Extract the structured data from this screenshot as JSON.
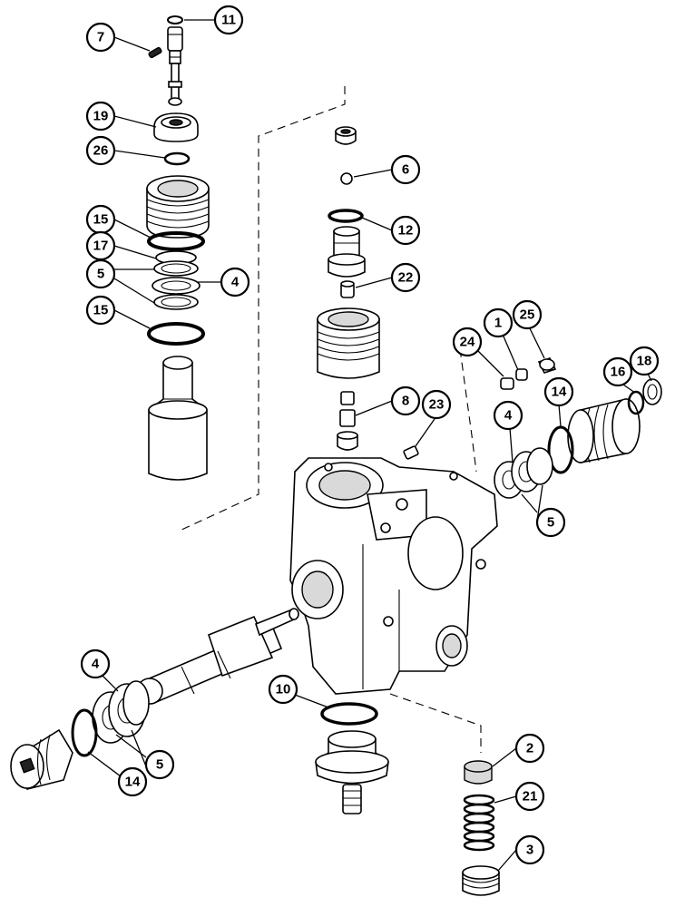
{
  "callouts": [
    {
      "id": "c11",
      "label": "11"
    },
    {
      "id": "c7",
      "label": "7"
    },
    {
      "id": "c19",
      "label": "19"
    },
    {
      "id": "c26",
      "label": "26"
    },
    {
      "id": "c15a",
      "label": "15"
    },
    {
      "id": "c17",
      "label": "17"
    },
    {
      "id": "c5a",
      "label": "5"
    },
    {
      "id": "c4a",
      "label": "4"
    },
    {
      "id": "c15b",
      "label": "15"
    },
    {
      "id": "c6",
      "label": "6"
    },
    {
      "id": "c12",
      "label": "12"
    },
    {
      "id": "c22",
      "label": "22"
    },
    {
      "id": "c1",
      "label": "1"
    },
    {
      "id": "c25",
      "label": "25"
    },
    {
      "id": "c24",
      "label": "24"
    },
    {
      "id": "c18",
      "label": "18"
    },
    {
      "id": "c16",
      "label": "16"
    },
    {
      "id": "c14a",
      "label": "14"
    },
    {
      "id": "c8",
      "label": "8"
    },
    {
      "id": "c23",
      "label": "23"
    },
    {
      "id": "c4b",
      "label": "4"
    },
    {
      "id": "c5b",
      "label": "5"
    },
    {
      "id": "c10",
      "label": "10"
    },
    {
      "id": "c4c",
      "label": "4"
    },
    {
      "id": "c5c",
      "label": "5"
    },
    {
      "id": "c14b",
      "label": "14"
    },
    {
      "id": "c2",
      "label": "2"
    },
    {
      "id": "c21",
      "label": "21"
    },
    {
      "id": "c3",
      "label": "3"
    }
  ]
}
